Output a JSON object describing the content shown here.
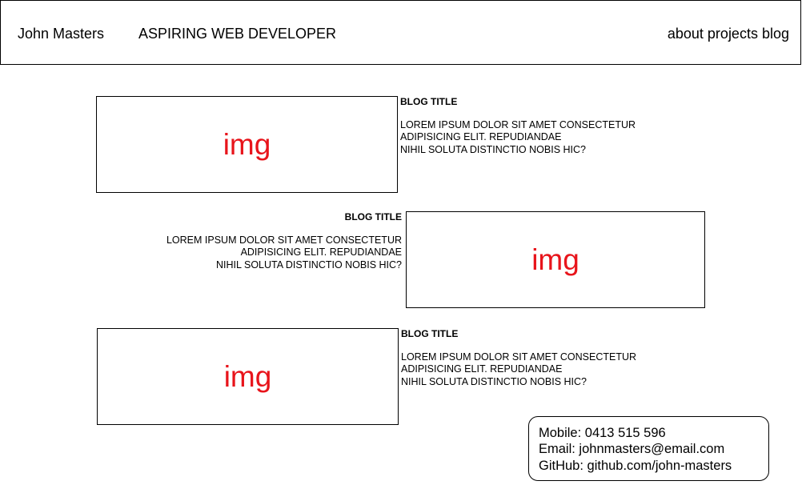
{
  "header": {
    "name": "John Masters",
    "role": "ASPIRING WEB DEVELOPER",
    "nav": [
      "about",
      "projects",
      "blog"
    ]
  },
  "posts": [
    {
      "img_label": "img",
      "title": "BLOG TITLE",
      "lines": [
        "LOREM IPSUM DOLOR SIT AMET CONSECTETUR",
        "ADIPISICING ELIT. REPUDIANDAE",
        "NIHIL SOLUTA DISTINCTIO NOBIS HIC?"
      ]
    },
    {
      "img_label": "img",
      "title": "BLOG TITLE",
      "lines": [
        "LOREM IPSUM DOLOR SIT AMET CONSECTETUR",
        "ADIPISICING ELIT. REPUDIANDAE",
        "NIHIL SOLUTA DISTINCTIO NOBIS HIC?"
      ]
    },
    {
      "img_label": "img",
      "title": "BLOG TITLE",
      "lines": [
        "LOREM IPSUM DOLOR SIT AMET CONSECTETUR",
        "ADIPISICING ELIT. REPUDIANDAE",
        "NIHIL SOLUTA DISTINCTIO NOBIS HIC?"
      ]
    }
  ],
  "contact": {
    "mobile": "Mobile: 0413 515 596",
    "email": "Email: johnmasters@email.com",
    "github": "GitHub: github.com/john-masters"
  },
  "colors": {
    "img_placeholder": "#e8141b",
    "border": "#000000"
  }
}
